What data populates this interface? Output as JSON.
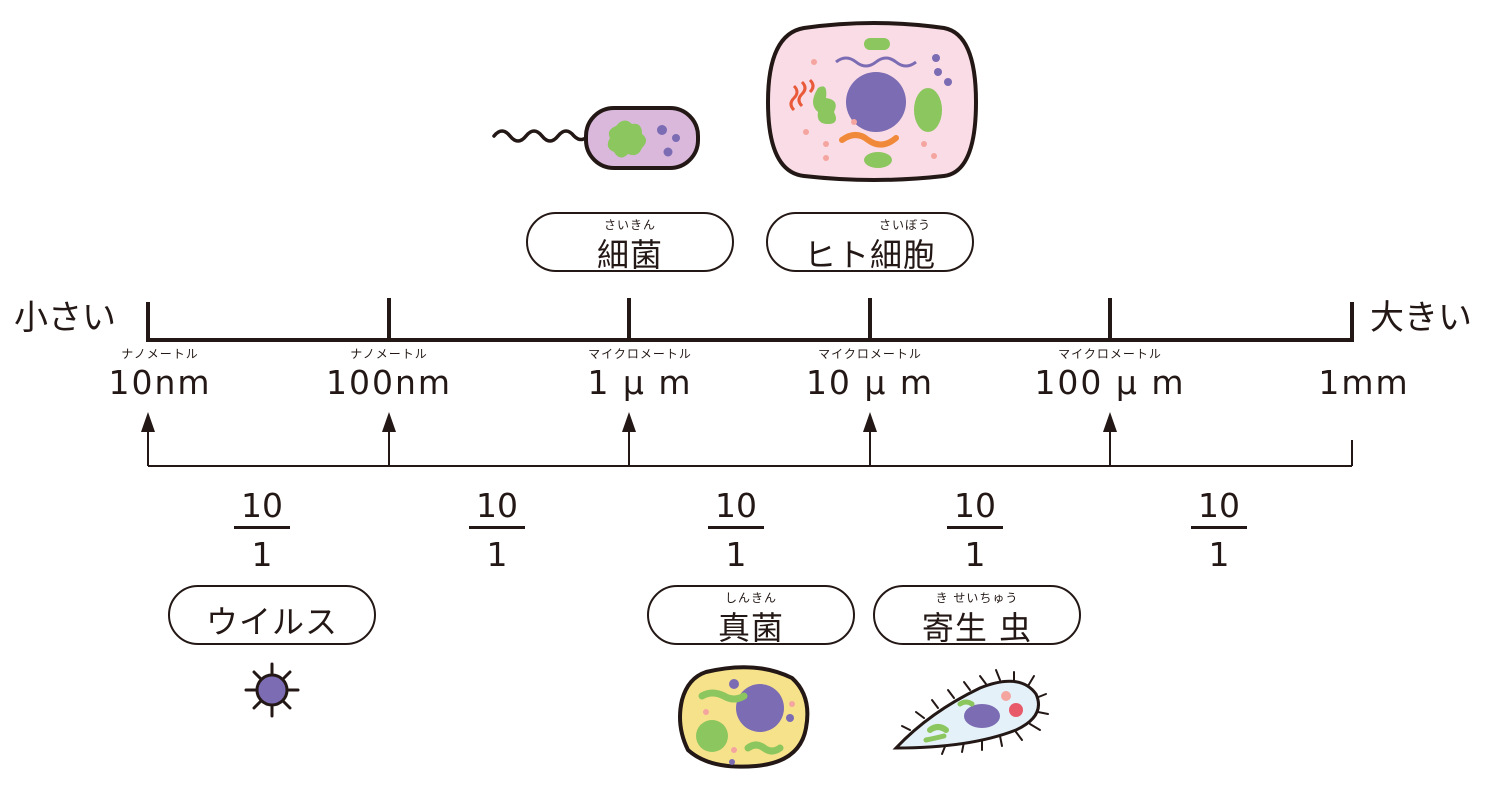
{
  "scale": {
    "left_label": "小さい",
    "right_label": "大きい",
    "ticks": [
      {
        "ruby": "ナノメートル",
        "value": "10nm"
      },
      {
        "ruby": "ナノメートル",
        "value": "100nm"
      },
      {
        "ruby": "マイクロメートル",
        "value": "1 μ m"
      },
      {
        "ruby": "マイクロメートル",
        "value": "10 μ m"
      },
      {
        "ruby": "マイクロメートル",
        "value": "100 μ m"
      },
      {
        "ruby": "",
        "value": "1mm"
      }
    ]
  },
  "fractions": [
    {
      "numerator": "10",
      "denominator": "1"
    },
    {
      "numerator": "10",
      "denominator": "1"
    },
    {
      "numerator": "10",
      "denominator": "1"
    },
    {
      "numerator": "10",
      "denominator": "1"
    },
    {
      "numerator": "10",
      "denominator": "1"
    }
  ],
  "organisms": {
    "bacteria": {
      "ruby": "さいきん",
      "name": "細菌"
    },
    "human_cell": {
      "ruby": "さいぼう",
      "name": "ヒト細胞"
    },
    "virus": {
      "ruby": "",
      "name": "ウイルス"
    },
    "fungus": {
      "ruby": "しんきん",
      "name": "真菌"
    },
    "parasite": {
      "ruby": "き せいちゅう",
      "name": "寄生 虫"
    }
  },
  "colors": {
    "line": "#231815",
    "bacteria_body": "#d9b8dc",
    "human_cell_body": "#fadce6",
    "fungus_body": "#f7e28c",
    "parasite_body": "#e4f1f9",
    "nucleus": "#7b6cb3",
    "organelle_green": "#8cc65e",
    "accent_red": "#e85a3a",
    "accent_orange": "#f08a3a",
    "accent_pink": "#f4a5a0"
  }
}
